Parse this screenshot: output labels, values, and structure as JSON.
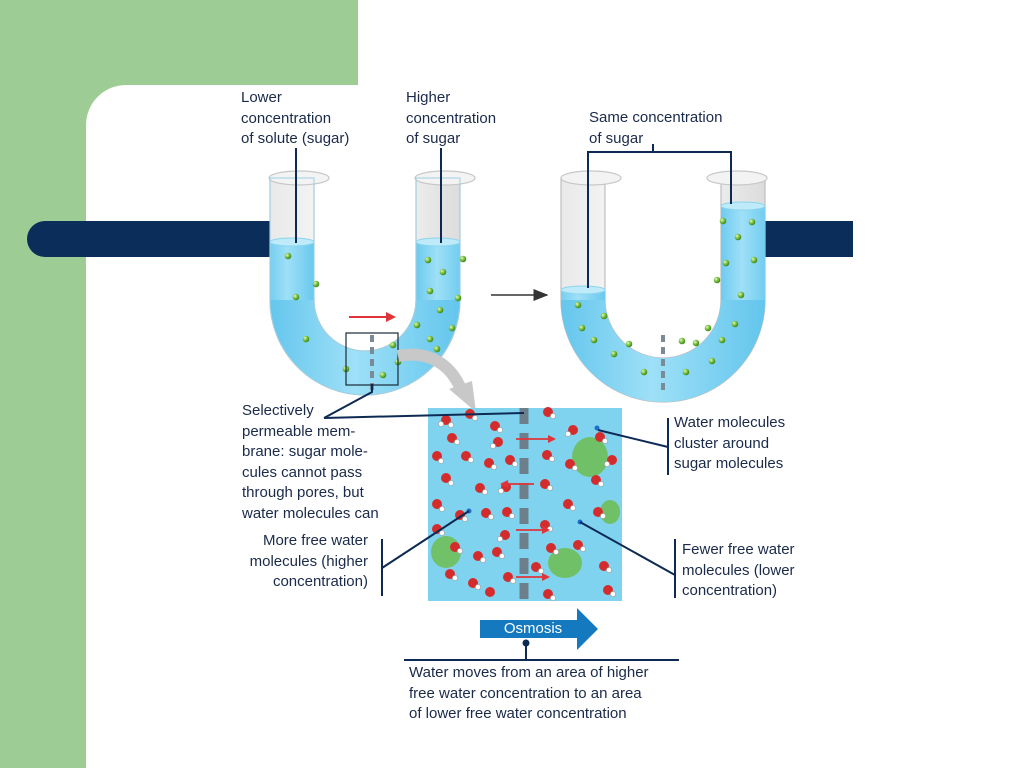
{
  "colors": {
    "background_green": "#9dcd94",
    "navy_bar": "#0a2d5a",
    "water": "#7fd0f0",
    "sugar_molecule": "#7dc343",
    "arrow_red": "#e0343a",
    "osmosis_arrow": "#1479bf"
  },
  "labels": {
    "lower_concentration": "Lower\nconcentration\nof solute (sugar)",
    "higher_concentration": "Higher\nconcentration\nof sugar",
    "same_concentration": "Same concentration\nof sugar",
    "membrane": "Selectively\npermeable mem-\nbrane: sugar mole-\ncules cannot pass\nthrough pores, but\nwater molecules can",
    "cluster": "Water molecules\ncluster around\nsugar molecules",
    "more_free_water": "More free water\nmolecules (higher\nconcentration)",
    "fewer_free_water": "Fewer free water\nmolecules (lower\nconcentration)",
    "osmosis": "Osmosis",
    "water_moves": "Water moves from an area of higher\nfree water concentration to an area\nof lower free water concentration"
  }
}
